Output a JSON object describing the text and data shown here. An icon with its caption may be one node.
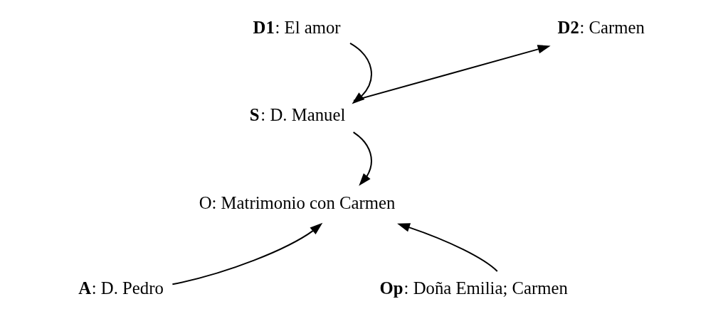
{
  "diagram": {
    "nodes": [
      {
        "text": [
          "**D1**: El amor"
        ]
      },
      {
        "text": [
          "**D2**: Carmen"
        ]
      },
      {
        "text": [
          "**S**: D. Manuel"
        ]
      },
      {
        "text": [
          "O: Matrimonio con Carmen"
        ]
      },
      {
        "text": [
          "**A**: D. Pedro"
        ]
      },
      {
        "text": [
          "**Op**: Doña Emilia; Carmen"
        ]
      }
    ],
    "edges": [
      {
        "from": 0,
        "to": 2,
        "arrow": "to"
      },
      {
        "from": 2,
        "to": 1,
        "arrow": "to"
      },
      {
        "from": 2,
        "to": 3,
        "arrow": "to"
      },
      {
        "from": 4,
        "to": 3,
        "arrow": "to"
      },
      {
        "from": 5,
        "to": 3,
        "arrow": "to"
      }
    ]
  }
}
